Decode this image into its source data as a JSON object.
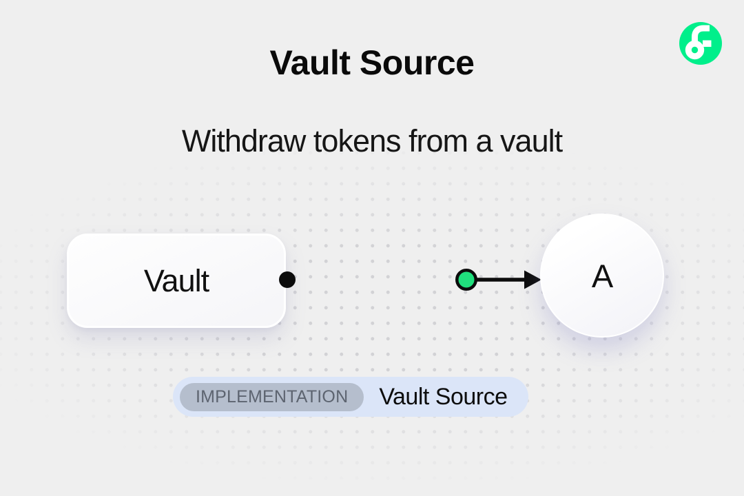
{
  "page": {
    "title": "Vault Source",
    "subtitle": "Withdraw tokens from a vault"
  },
  "logo": {
    "name": "Flow logo",
    "circle_color": "#00EF8B",
    "glyph_color": "#FFFFFF"
  },
  "diagram": {
    "vault_node": {
      "label": "Vault"
    },
    "account_node": {
      "label": "A"
    },
    "connector": {
      "style": "arrow-right",
      "line_color": "#0C0C0C",
      "token_dot_color": "#20DF7D"
    }
  },
  "badge": {
    "tag_label": "IMPLEMENTATION",
    "value_label": "Vault Source",
    "container_color": "#DBE5F8",
    "tag_bg_color": "#B5BECD",
    "tag_text_color": "#5D6470"
  },
  "background": {
    "color": "#EFEFEF",
    "dot_color": "#D2D2D5"
  }
}
